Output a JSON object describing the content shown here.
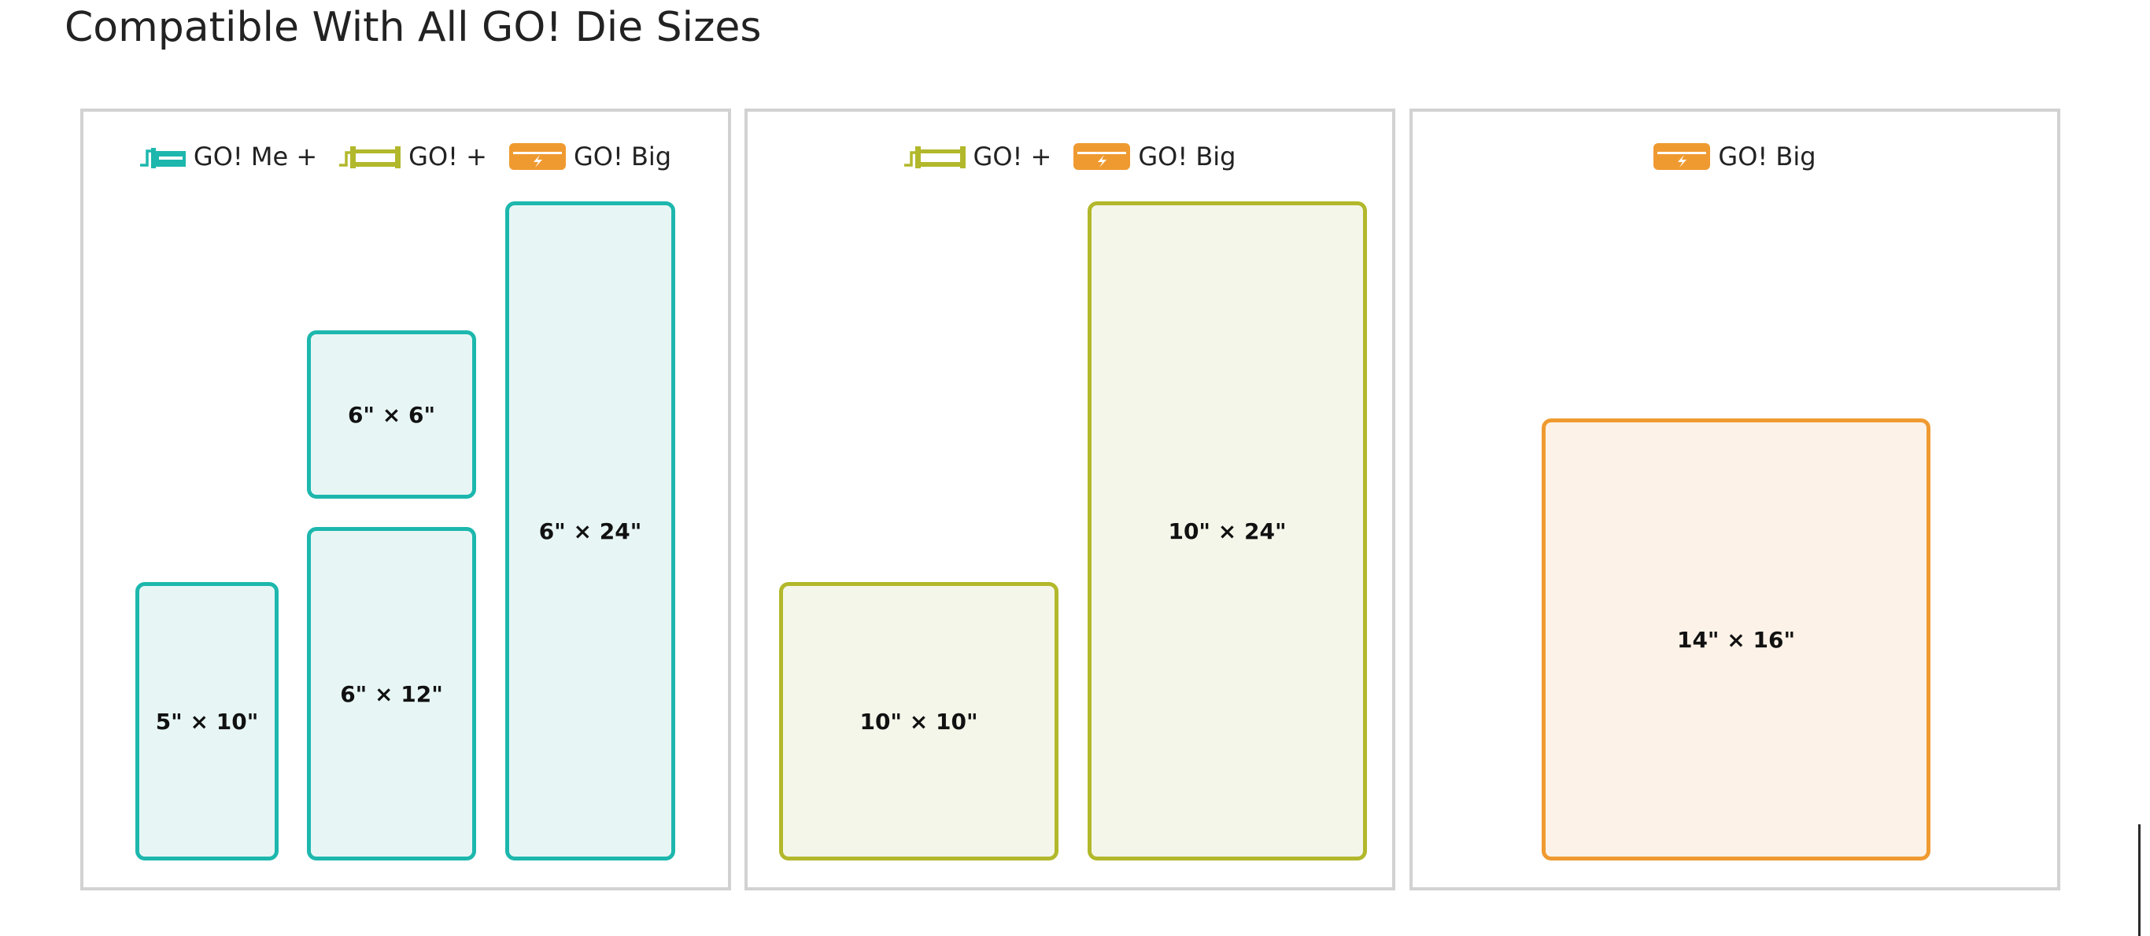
{
  "page": {
    "title": "Compatible With All GO! Die Sizes"
  },
  "colors": {
    "go_me_plus": "#1db7ad",
    "go_plus": "#b2b82b",
    "go_big": "#ef9a30",
    "panel_border": "#d2d2d2"
  },
  "panels": [
    {
      "legend": [
        {
          "icon": "go-me-plus-icon",
          "label": "GO! Me +"
        },
        {
          "icon": "go-plus-icon",
          "label": "GO! +"
        },
        {
          "icon": "go-big-icon",
          "label": "GO! Big"
        }
      ],
      "dies": [
        {
          "label": "5\" × 10\""
        },
        {
          "label": "6\" × 12\""
        },
        {
          "label": "6\" × 6\""
        },
        {
          "label": "6\" × 24\""
        }
      ]
    },
    {
      "legend": [
        {
          "icon": "go-plus-icon",
          "label": "GO! +"
        },
        {
          "icon": "go-big-icon",
          "label": "GO! Big"
        }
      ],
      "dies": [
        {
          "label": "10\" × 10\""
        },
        {
          "label": "10\" × 24\""
        }
      ]
    },
    {
      "legend": [
        {
          "icon": "go-big-icon",
          "label": "GO! Big"
        }
      ],
      "dies": [
        {
          "label": "14\" × 16\""
        }
      ]
    }
  ]
}
